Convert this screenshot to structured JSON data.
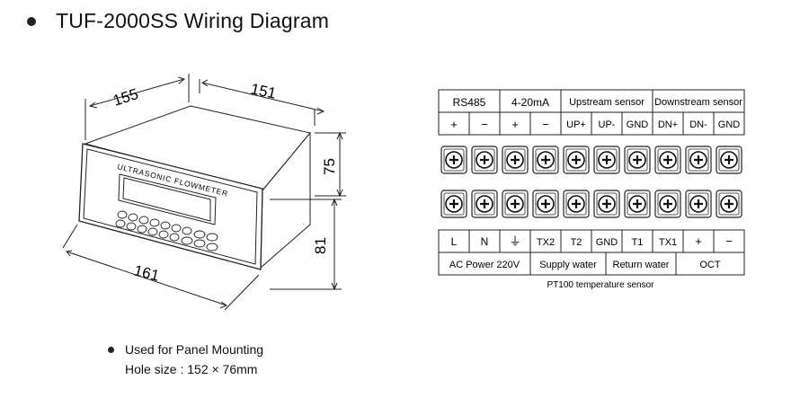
{
  "title": "TUF-2000SS Wiring Diagram",
  "device": {
    "dim_depth": "155",
    "dim_width_top": "151",
    "dim_height_face": "75",
    "dim_height_full": "81",
    "dim_width_bottom": "161",
    "brand_label": "ULTRASONIC FLOWMETER"
  },
  "terminal": {
    "top_groups": [
      "RS485",
      "4-20mA",
      "Upstream sensor",
      "Downstream sensor"
    ],
    "top_pins": [
      "+",
      "−",
      "+",
      "−",
      "UP+",
      "UP-",
      "GND",
      "DN+",
      "DN-",
      "GND"
    ],
    "bottom_pins": [
      "L",
      "N",
      "⏚",
      "TX2",
      "T2",
      "GND",
      "T1",
      "TX1",
      "+",
      "−"
    ],
    "bottom_groups": [
      "AC Power 220V",
      "Supply water",
      "Return water",
      "OCT"
    ],
    "footer": "PT100 temperature sensor"
  },
  "notes": {
    "line1": "Used for Panel Mounting",
    "line2": "Hole size : 152 × 76mm"
  }
}
